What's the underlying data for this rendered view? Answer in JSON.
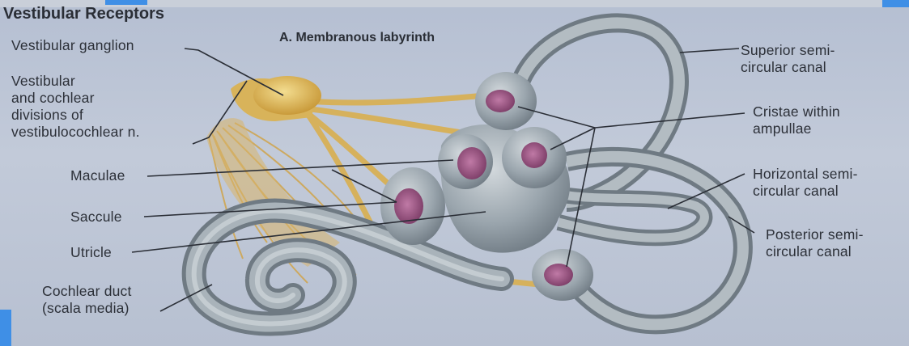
{
  "title": "Vestibular Receptors",
  "subtitle": "A. Membranous labyrinth",
  "labels": {
    "vestibular_ganglion": "Vestibular ganglion",
    "divisions": "Vestibular\nand cochlear\ndivisions of\nvestibulocochlear n.",
    "maculae": "Maculae",
    "saccule": "Saccule",
    "utricle": "Utricle",
    "cochlear_duct": "Cochlear duct\n(scala media)",
    "superior_canal": "Superior semi-\ncircular canal",
    "cristae": "Cristae within\nampullae",
    "horizontal_canal": "Horizontal semi-\ncircular canal",
    "posterior_canal": "Posterior semi-\ncircular canal"
  },
  "colors": {
    "membrane": "#8f9aa3",
    "membrane_light": "#c5cdd2",
    "nerve": "#d8b35a",
    "receptor": "#a05a86",
    "leader": "#2a2e36",
    "accent_blue": "#3f8fe6"
  }
}
